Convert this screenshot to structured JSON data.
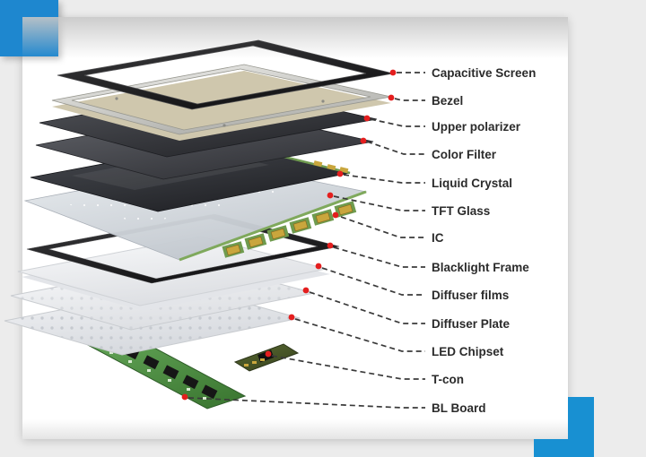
{
  "page": {
    "background_color": "#ececec",
    "card_color": "#ffffff"
  },
  "accents": {
    "corner_square_color": "#1e87cf",
    "corner_l_shape_color": "#1890d2",
    "marker_dot_color": "#e41e1e",
    "leader_line_color": "#3a3a3a",
    "label_text_color": "#2b2b2b"
  },
  "diagram": {
    "type": "exploded-lcd-panel-stack",
    "layers": [
      {
        "id": "capacitive-screen",
        "label": "Capacitive Screen"
      },
      {
        "id": "bezel",
        "label": "Bezel"
      },
      {
        "id": "upper-polarizer",
        "label": "Upper polarizer"
      },
      {
        "id": "color-filter",
        "label": "Color Filter"
      },
      {
        "id": "liquid-crystal",
        "label": "Liquid Crystal"
      },
      {
        "id": "tft-glass",
        "label": "TFT Glass"
      },
      {
        "id": "ic",
        "label": "IC"
      },
      {
        "id": "blacklight-frame",
        "label": "Blacklight Frame"
      },
      {
        "id": "diffuser-films",
        "label": "Diffuser films"
      },
      {
        "id": "diffuser-plate",
        "label": "Diffuser Plate"
      },
      {
        "id": "led-chipset",
        "label": "LED Chipset"
      },
      {
        "id": "t-con",
        "label": "T-con"
      },
      {
        "id": "bl-board",
        "label": "BL Board"
      }
    ]
  }
}
